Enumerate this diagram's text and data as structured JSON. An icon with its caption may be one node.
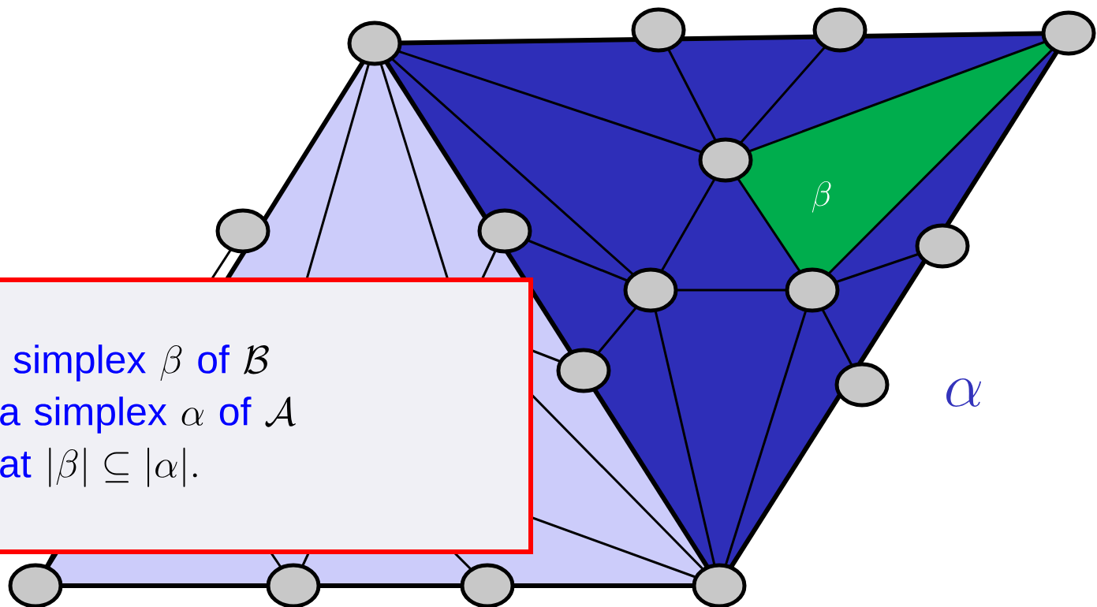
{
  "diagram": {
    "nodes": [
      {
        "text": [
          "simplex",
          "\\beta",
          "of",
          "\\mathcal{B}",
          "a simplex",
          "\\alpha",
          "of",
          "\\mathcal{A}",
          "at",
          "|\\beta| \\subseteq |\\alpha|."
        ]
      }
    ],
    "labels": [
      "\\beta",
      "\\alpha"
    ]
  }
}
